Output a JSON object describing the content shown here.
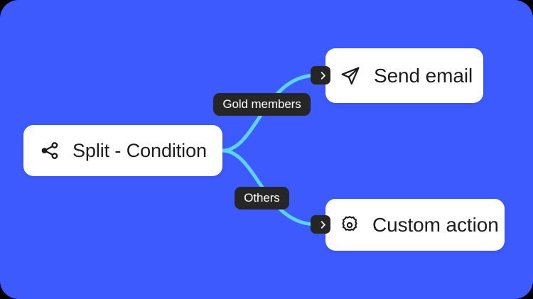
{
  "canvas": {
    "background_color": "#3D5AFE",
    "edge_color": "#5BD4F5",
    "node_background": "#FFFFFF",
    "pill_background": "#262626",
    "text_color": "#1C1C1C"
  },
  "nodes": [
    {
      "id": "split",
      "label": "Split - Condition",
      "icon": "share-split-icon"
    },
    {
      "id": "send_email",
      "label": "Send email",
      "icon": "paper-plane-icon"
    },
    {
      "id": "custom_action",
      "label": "Custom action",
      "icon": "gear-icon"
    }
  ],
  "node_labels": {
    "split": "Split - Condition",
    "send_email": "Send email",
    "custom_action": "Custom action"
  },
  "branches": [
    {
      "id": "gold_members",
      "label": "Gold members",
      "from": "split",
      "to": "send_email"
    },
    {
      "id": "others",
      "label": "Others",
      "from": "split",
      "to": "custom_action"
    }
  ],
  "branch_labels": {
    "gold_members": "Gold members",
    "others": "Others"
  },
  "handles": {
    "send_email": "chevron-right-icon",
    "custom_action": "chevron-right-icon"
  }
}
